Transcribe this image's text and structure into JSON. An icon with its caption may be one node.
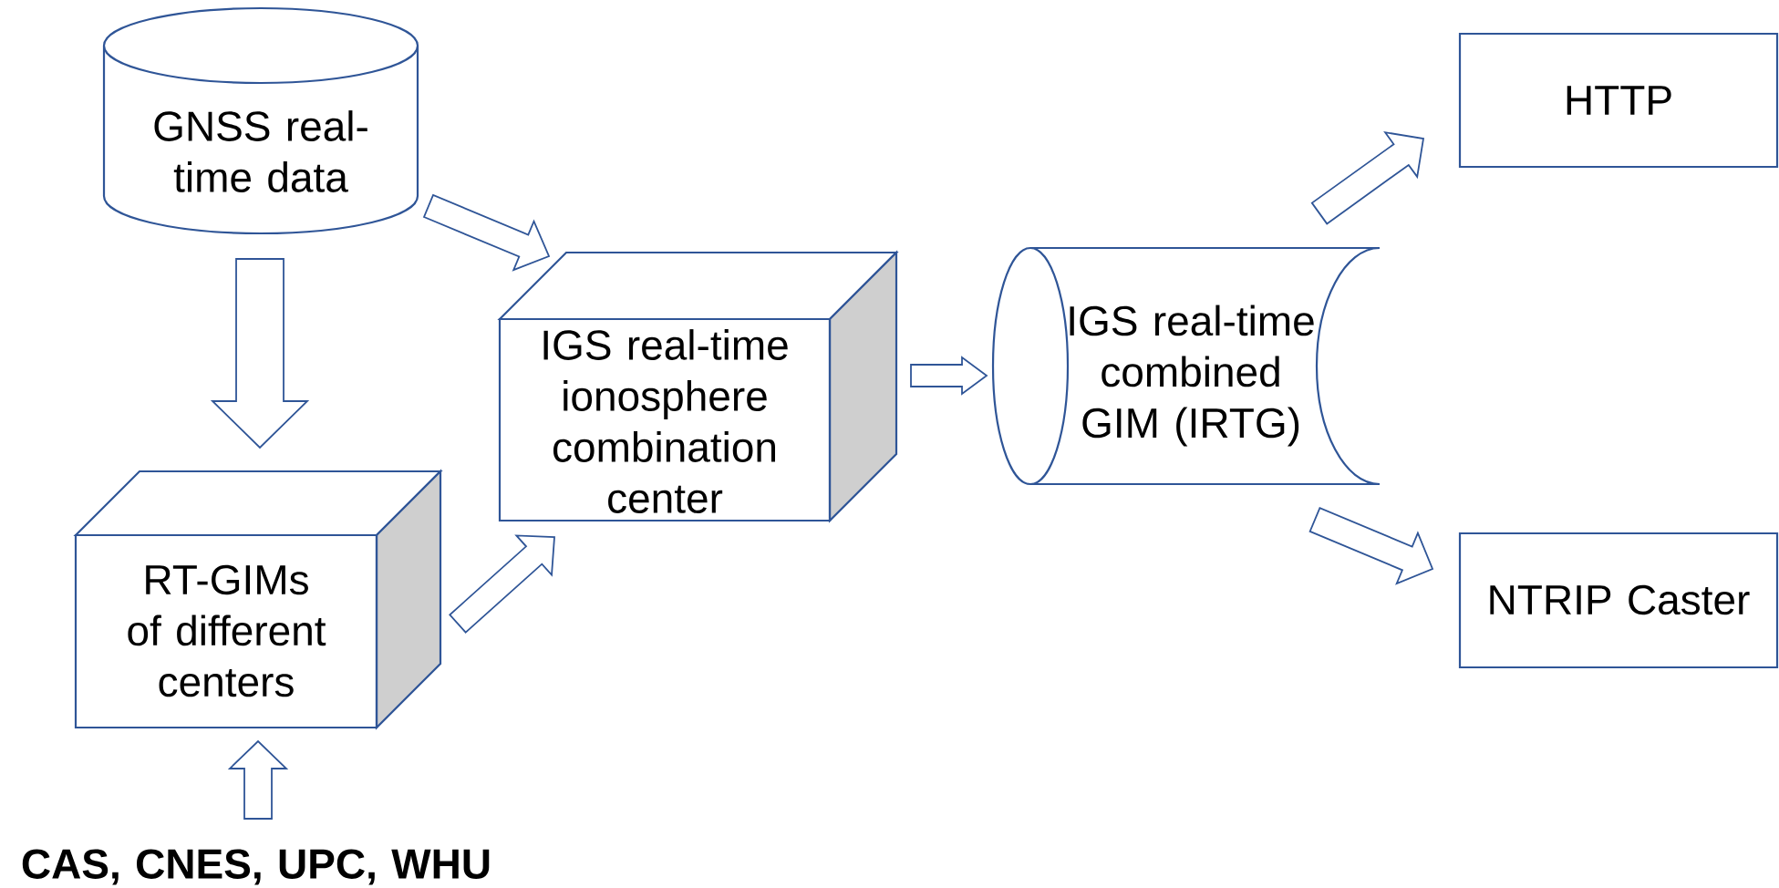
{
  "diagram": {
    "nodes": [
      {
        "text": [
          "GNSS real-time data"
        ]
      },
      {
        "text": [
          "RT-GIMs of different centers"
        ]
      },
      {
        "text": [
          "IGS real-time ionosphere combination center"
        ]
      },
      {
        "text": [
          "IGS real-time combined GIM (IRTG)"
        ]
      },
      {
        "text": [
          "HTTP"
        ]
      },
      {
        "text": [
          "NTRIP Caster"
        ]
      },
      {
        "text": [
          "CAS, CNES, UPC, WHU"
        ]
      }
    ],
    "edges": [
      {
        "from": 0,
        "to": 1,
        "arrow": "to"
      },
      {
        "from": 0,
        "to": 2,
        "arrow": "to"
      },
      {
        "from": 1,
        "to": 2,
        "arrow": "to"
      },
      {
        "from": 6,
        "to": 1,
        "arrow": "to"
      },
      {
        "from": 2,
        "to": 3,
        "arrow": "to"
      },
      {
        "from": 3,
        "to": 4,
        "arrow": "to"
      },
      {
        "from": 3,
        "to": 5,
        "arrow": "to"
      }
    ]
  }
}
